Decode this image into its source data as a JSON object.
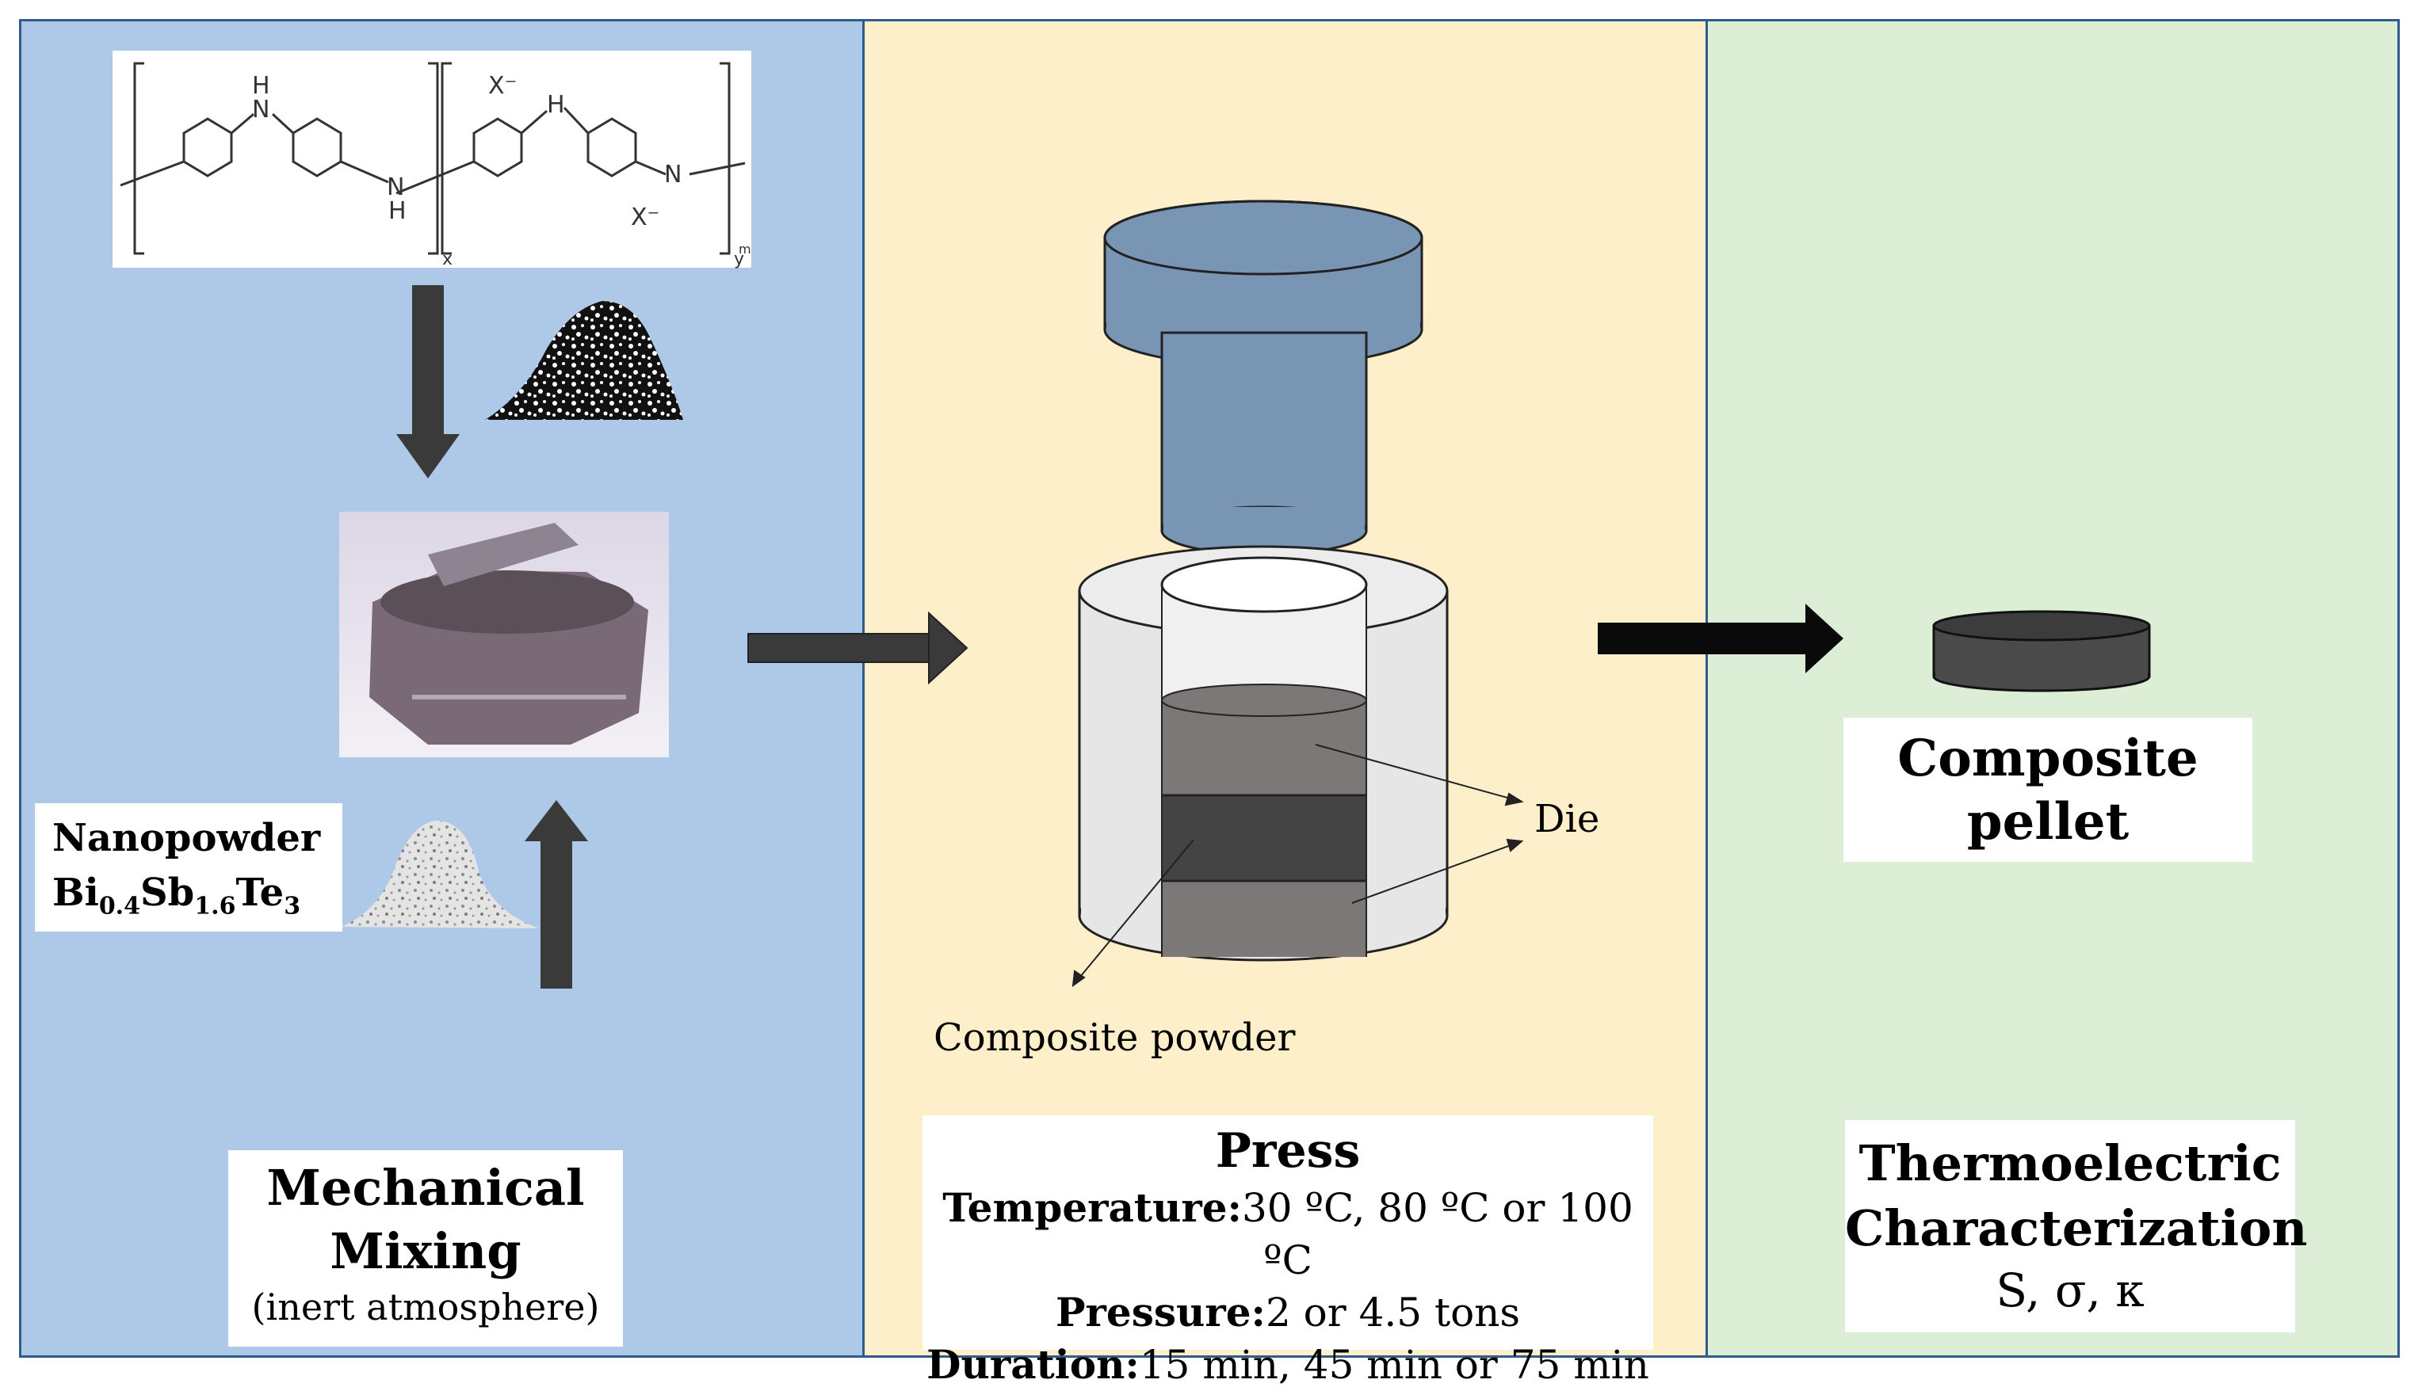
{
  "mixing": {
    "title_line1": "Mechanical",
    "title_line2": "Mixing",
    "subtitle": "(inert atmosphere)"
  },
  "nanopowder": {
    "title": "Nanopowder",
    "formula": {
      "bi": "Bi",
      "bi_sub": "0.4",
      "sb": "Sb",
      "sb_sub": "1.6",
      "te": "Te",
      "te_sub": "3"
    }
  },
  "polymer": {
    "nh": "H",
    "n": "N",
    "x_minus": "X",
    "sub_x": "x",
    "sub_y": "y",
    "sub_m": "m"
  },
  "press": {
    "title": "Press",
    "temperature_label": "Temperature:",
    "temperature_value": "30 ºC, 80 ºC or 100 ºC",
    "pressure_label": "Pressure:",
    "pressure_value": "2 or 4.5 tons",
    "duration_label": "Duration:",
    "duration_value": "15 min, 45 min or 75 min",
    "die_label": "Die",
    "powder_label": "Composite powder"
  },
  "pellet": {
    "title_line1": "Composite",
    "title_line2": "pellet"
  },
  "characterization": {
    "title_line1": "Thermoelectric",
    "title_line2": "Characterization",
    "properties": "S, σ, κ"
  },
  "colors": {
    "mix_panel": "#aec9e8",
    "press_panel": "#fdefc9",
    "char_panel": "#ddeed7",
    "press_head": "#7896b4",
    "arrow": "#3a3a3a"
  }
}
